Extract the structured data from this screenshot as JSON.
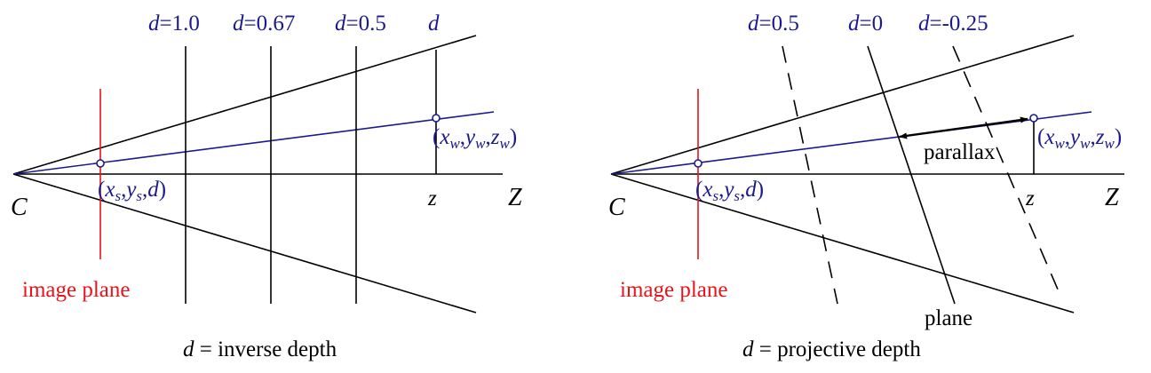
{
  "colors": {
    "black": "#000000",
    "blue": "#1a1a8c",
    "red": "#e8141c"
  },
  "left": {
    "depth_labels": [
      {
        "var": "d",
        "eq": "=1.0"
      },
      {
        "var": "d",
        "eq": "=0.67"
      },
      {
        "var": "d",
        "eq": "=0.5"
      },
      {
        "var": "d",
        "eq": ""
      }
    ],
    "camera": "C",
    "axis": "Z",
    "z_tick": "z",
    "screen_point": {
      "open": "(",
      "x": "x",
      "xs": "s",
      "c1": ",",
      "y": "y",
      "ys": "s",
      "c2": ",",
      "d": "d",
      "close": ")"
    },
    "world_point": {
      "open": "(",
      "x": "x",
      "xw": "w",
      "c1": ",",
      "y": "y",
      "yw": "w",
      "c2": ",",
      "z": "z",
      "zw": "w",
      "close": ")"
    },
    "image_plane": "image plane",
    "caption": {
      "var": "d",
      "text": " = inverse depth"
    }
  },
  "right": {
    "depth_labels": [
      {
        "var": "d",
        "eq": "=0.5"
      },
      {
        "var": "d",
        "eq": "=0"
      },
      {
        "var": "d",
        "eq": "=-0.25"
      }
    ],
    "camera": "C",
    "axis": "Z",
    "z_tick": "z",
    "screen_point": {
      "open": "(",
      "x": "x",
      "xs": "s",
      "c1": ",",
      "y": "y",
      "ys": "s",
      "c2": ",",
      "d": "d",
      "close": ")"
    },
    "world_point": {
      "open": "(",
      "x": "x",
      "xw": "w",
      "c1": ",",
      "y": "y",
      "yw": "w",
      "c2": ",",
      "z": "z",
      "zw": "w",
      "close": ")"
    },
    "parallax": "parallax",
    "plane": "plane",
    "image_plane": "image plane",
    "caption": {
      "var": "d",
      "text": " = projective depth"
    }
  }
}
